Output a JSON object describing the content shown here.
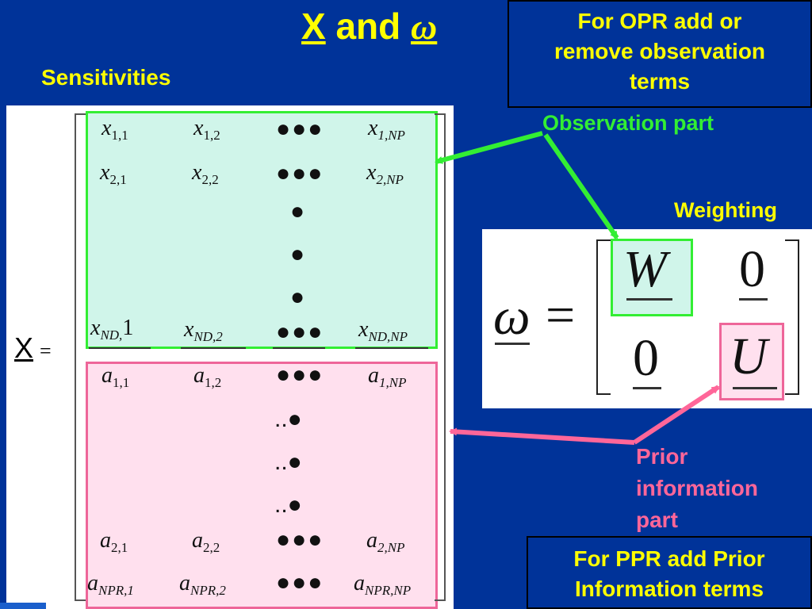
{
  "slide": {
    "title": {
      "x_text": "X",
      "and_text": "and",
      "omega_text": "ω"
    },
    "sensitivities_label": "Sensitivities",
    "note_top": {
      "line1": "For OPR add or",
      "line2": "remove observation",
      "line3": "terms"
    },
    "note_bottom": {
      "line1": "For PPR add Prior",
      "line2": "Information terms"
    },
    "observation_label": "Observation part",
    "weighting_label": "Weighting",
    "prior_label": {
      "line1": "Prior",
      "line2": "information",
      "line3": "part"
    },
    "x_equals": {
      "x": "X",
      "eq": "="
    },
    "matrix": {
      "obs_rows": [
        {
          "c1": [
            "x",
            "1,1"
          ],
          "c2": [
            "x",
            "1,2"
          ],
          "c3": "●●●",
          "c4": [
            "x",
            "1,NP"
          ]
        },
        {
          "c1": [
            "x",
            "2,1"
          ],
          "c2": [
            "x",
            "2,2"
          ],
          "c3": "●●●",
          "c4": [
            "x",
            "2,NP"
          ]
        },
        {
          "c1": [
            "x",
            "ND,"
          ],
          "c1b": "1",
          "c2": [
            "x",
            "ND,2"
          ],
          "c3": "●●●",
          "c4": [
            "x",
            "ND,NP"
          ]
        }
      ],
      "obs_vdots": [
        "●",
        "●",
        "●"
      ],
      "prior_rows": [
        {
          "c1": [
            "a",
            "1,1"
          ],
          "c2": [
            "a",
            "1,2"
          ],
          "c3": "●●●",
          "c4": [
            "a",
            "1,NP"
          ]
        },
        {
          "c1": [
            "a",
            "2,1"
          ],
          "c2": [
            "a",
            "2,2"
          ],
          "c3": "●●●",
          "c4": [
            "a",
            "2,NP"
          ]
        },
        {
          "c1": [
            "a",
            "NPR,1"
          ],
          "c2": [
            "a",
            "NPR,2"
          ],
          "c3": "●●●",
          "c4": [
            "a",
            "NPR,NP"
          ]
        }
      ],
      "prior_vdots": [
        "..●",
        "..●",
        "..●"
      ]
    },
    "weight_matrix": {
      "omega": "ω",
      "eq": "=",
      "W": "W",
      "zero_a": "0",
      "zero_b": "0",
      "U": "U"
    },
    "colors": {
      "background": "#003399",
      "title": "#ffff00",
      "observation": "#33ee33",
      "prior": "#ff6699"
    }
  }
}
